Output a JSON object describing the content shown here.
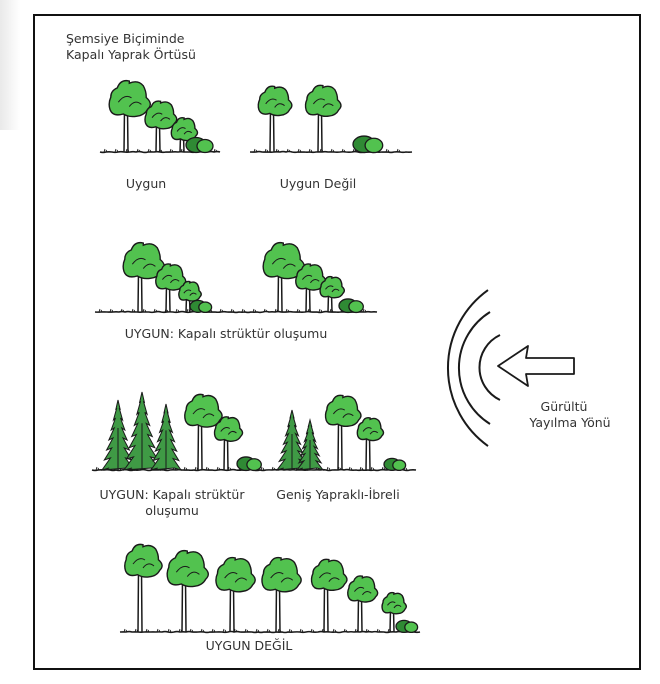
{
  "title": {
    "line1": "Şemsiye Biçiminde",
    "line2": "Kapalı Yaprak Örtüsü"
  },
  "captions": {
    "row1_left": "Uygun",
    "row1_right": "Uygun Değil",
    "row2": "UYGUN: Kapalı strüktür oluşumu",
    "row3_left_line1": "UYGUN: Kapalı strüktür",
    "row3_left_line2": "oluşumu",
    "row3_right": "Geniş Yapraklı-İbreli",
    "row4": "UYGUN DEĞİL"
  },
  "noise": {
    "line1": "Gürültü",
    "line2": "Yayılma Yönü"
  },
  "colors": {
    "foliage": "#52c24f",
    "foliage_dark": "#2f8a34",
    "conifer": "#3f9a45",
    "ink": "#1a1a1a",
    "frame": "#111111"
  }
}
